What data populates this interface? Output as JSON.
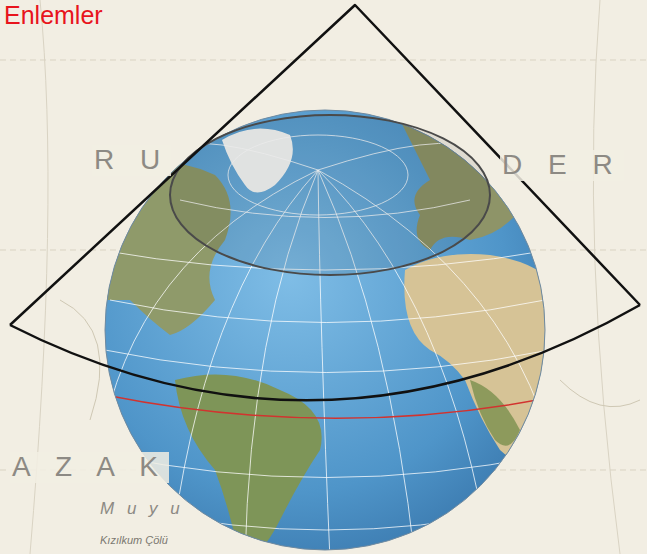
{
  "diagram": {
    "title": "Enlemler",
    "labels": [
      "R U",
      "D E R",
      "A Z A K",
      "M u y u",
      "Kızılkum Çölü"
    ]
  }
}
